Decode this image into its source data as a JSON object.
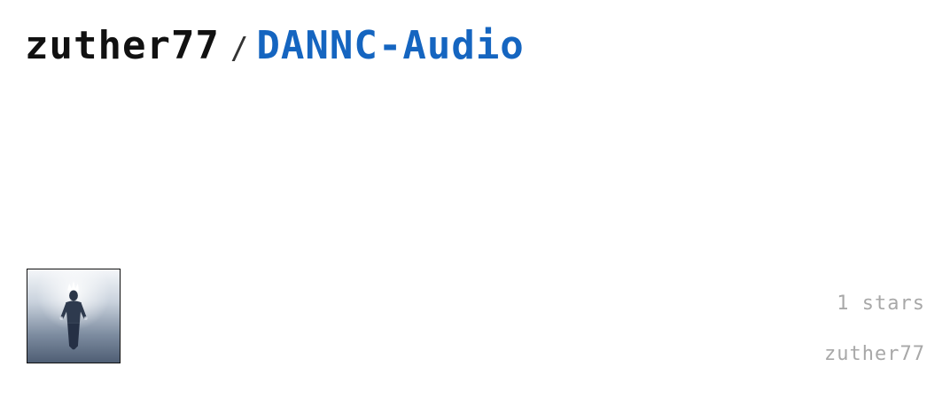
{
  "header": {
    "owner": "zuther77",
    "separator": "/",
    "repo": "DANNC-Audio"
  },
  "card": {
    "avatar_icon": "figure-avatar-icon",
    "stars": "1 stars",
    "author": "zuther77"
  },
  "colors": {
    "repo_link": "#1565c0",
    "owner_text": "#111111",
    "meta_text": "#a8a8a8"
  }
}
